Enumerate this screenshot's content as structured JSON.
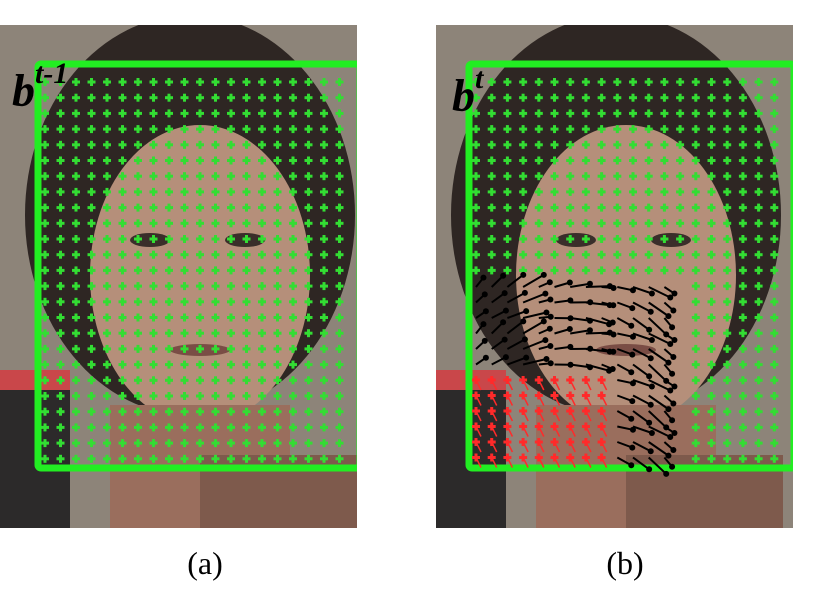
{
  "figure": {
    "panels": [
      {
        "id": "a",
        "caption": "(a)",
        "label_base": "b",
        "label_sup": "t-1"
      },
      {
        "id": "b",
        "caption": "(b)",
        "label_base": "b",
        "label_sup": "t"
      }
    ],
    "colors": {
      "box": "#22ee22",
      "point": "#33dd33",
      "occluded_point": "#ff2a2a",
      "motion_vector": "#000000"
    }
  }
}
